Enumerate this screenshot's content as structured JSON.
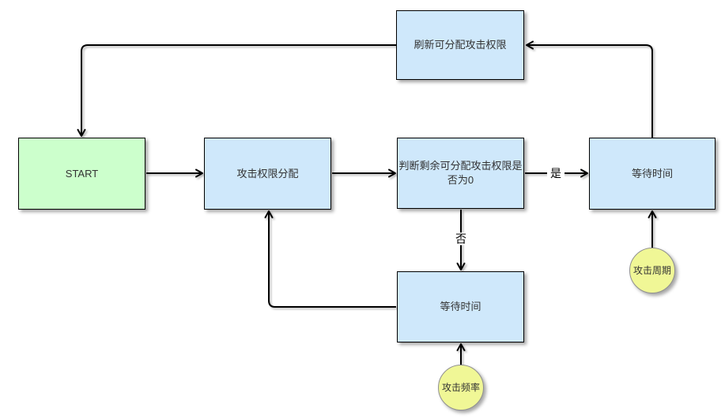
{
  "diagram": {
    "nodes": {
      "refresh": {
        "label": "刷新可分配攻击权限",
        "type": "process"
      },
      "start": {
        "label": "START",
        "type": "start"
      },
      "alloc": {
        "label": "攻击权限分配",
        "type": "process"
      },
      "decision": {
        "label": "判断剩余可分配攻击权限是否为0",
        "type": "process"
      },
      "wait_right": {
        "label": "等待时间",
        "type": "process"
      },
      "wait_bottom": {
        "label": "等待时间",
        "type": "process"
      },
      "cycle": {
        "label": "攻击周期",
        "type": "parameter"
      },
      "frequency": {
        "label": "攻击频率",
        "type": "parameter"
      }
    },
    "edge_labels": {
      "yes": "是",
      "no": "否"
    },
    "colors": {
      "process_fill": "#cfe8fb",
      "start_fill": "#ccffcc",
      "parameter_fill": "#f0f796",
      "rect_border": "#000000",
      "circle_border": "#909090",
      "connector": "#000000",
      "text": "#333333"
    }
  }
}
